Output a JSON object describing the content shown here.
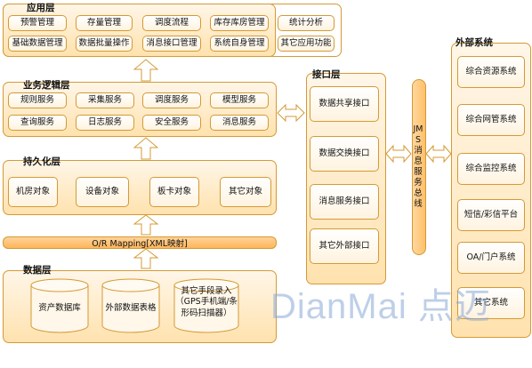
{
  "app_layer": {
    "title": "应用层",
    "row1": [
      "预警管理",
      "存量管理",
      "调度流程",
      "库存库房管理",
      "统计分析"
    ],
    "row2": [
      "基础数据管理",
      "数据批量操作",
      "消息接口管理",
      "系统自身管理",
      "其它应用功能"
    ]
  },
  "biz_layer": {
    "title": "业务逻辑层",
    "row1": [
      "规则服务",
      "采集服务",
      "调度服务",
      "模型服务"
    ],
    "row2": [
      "查询服务",
      "日志服务",
      "安全服务",
      "消息服务"
    ]
  },
  "persist_layer": {
    "title": "持久化层",
    "items": [
      "机房对象",
      "设备对象",
      "板卡对象",
      "其它对象"
    ]
  },
  "orm": {
    "label": "O/R Mapping[XML映射]"
  },
  "data_layer": {
    "title": "数据层",
    "items": [
      "资产数据库",
      "外部数据表格",
      "其它手段录入\n（GPS手机端/条\n形码扫描器）"
    ]
  },
  "interface_layer": {
    "title": "接口层",
    "items": [
      "数据共享接口",
      "数据交换接口",
      "消息服务接口",
      "其它外部接口"
    ]
  },
  "jms": {
    "label": "JMS消息服务总线"
  },
  "external_layer": {
    "title": "外部系统",
    "items": [
      "综合资源系统",
      "综合网管系统",
      "综合监控系统",
      "短信/彩信平台",
      "OA/门户系统",
      "其它系统"
    ]
  },
  "watermark": {
    "text": "DianMai 点迈"
  }
}
